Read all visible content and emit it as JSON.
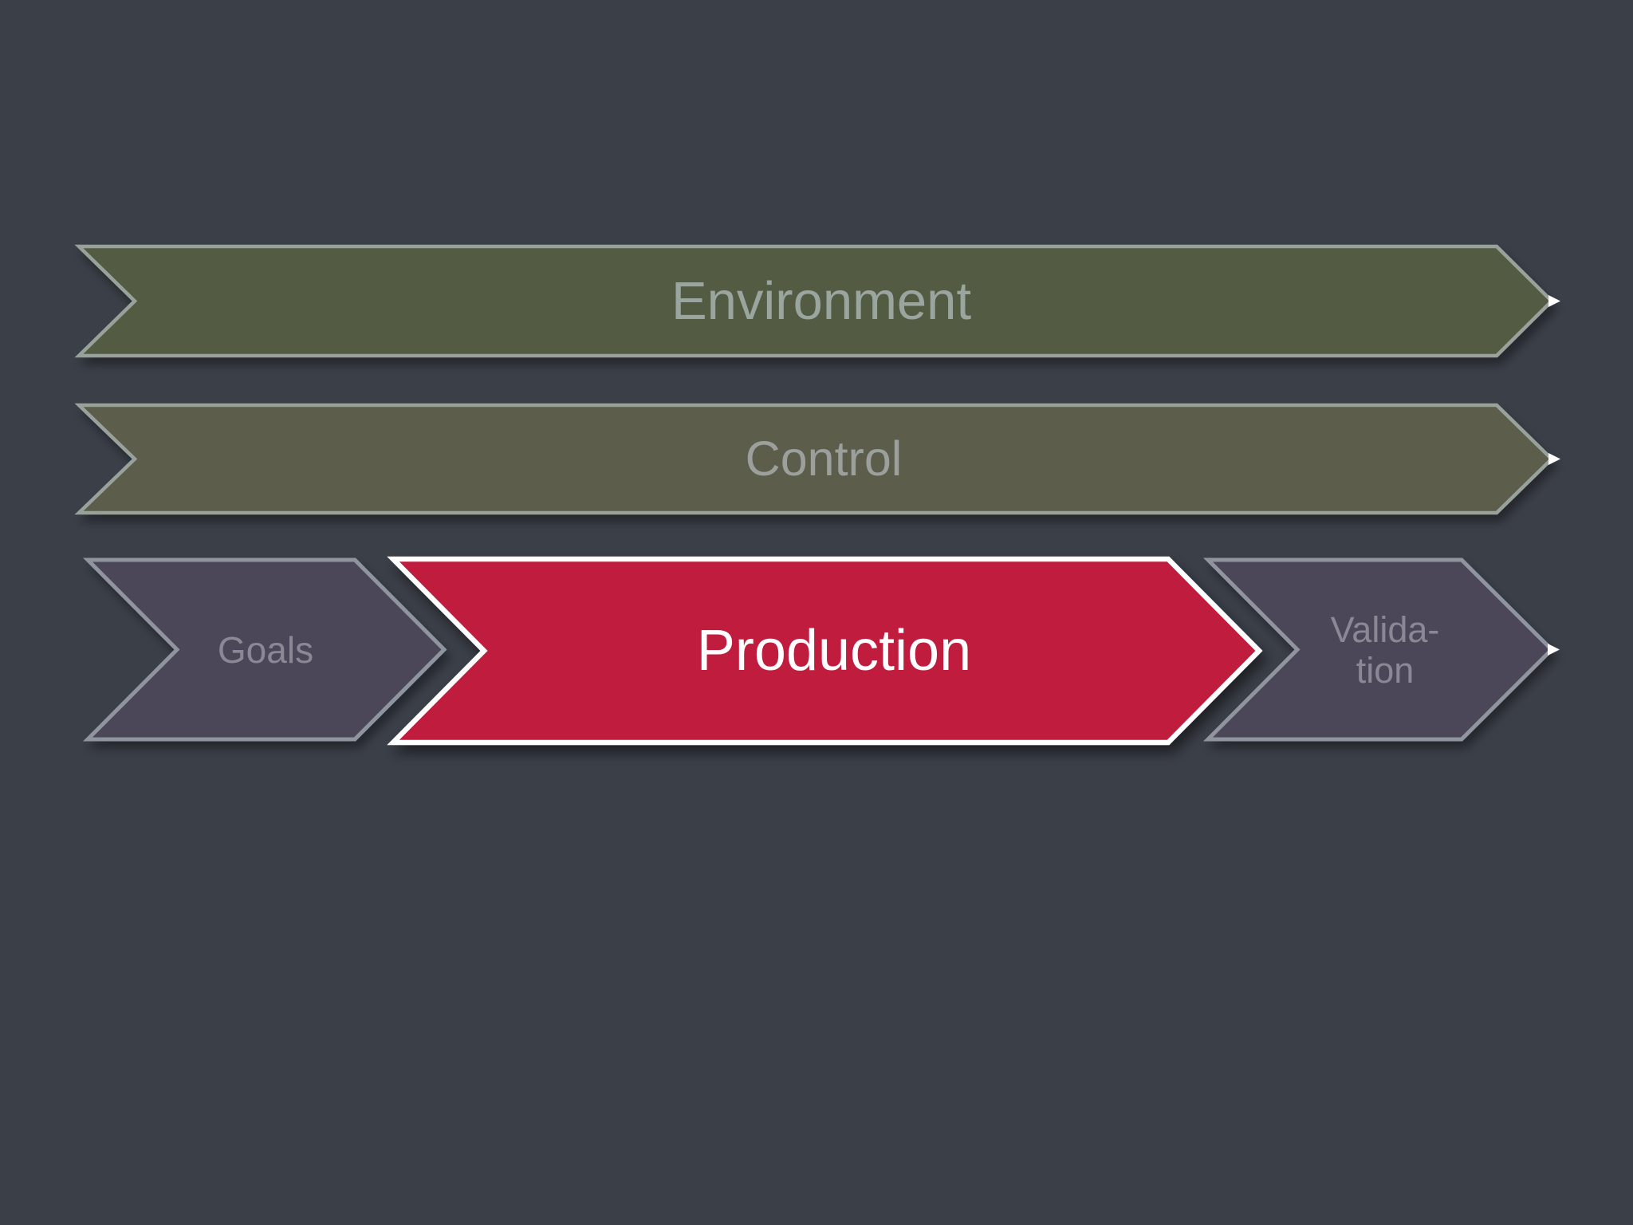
{
  "canvas": {
    "background_color": "#3b3f48"
  },
  "arrows": {
    "environment": {
      "label": "Environment",
      "fill": "#525b42",
      "border_color": "#98a29b",
      "label_color": "#9ba5a0"
    },
    "control": {
      "label": "Control",
      "fill": "#5b5d4b",
      "border_color": "#98a29b",
      "label_color": "#9ca09d"
    },
    "goals": {
      "label": "Goals",
      "fill": "#4b4658",
      "border_color": "#8f949e",
      "label_color": "#8b8896"
    },
    "production": {
      "label": "Production",
      "fill": "#c01f3d",
      "border_color": "#ffffff",
      "label_color": "#ffffff",
      "highlighted": true
    },
    "validation": {
      "label_line1": "Valida-",
      "label_line2": "tion",
      "fill": "#4b4658",
      "border_color": "#8f949e",
      "label_color": "#8b8896"
    }
  },
  "glint_color": "#ffffff"
}
